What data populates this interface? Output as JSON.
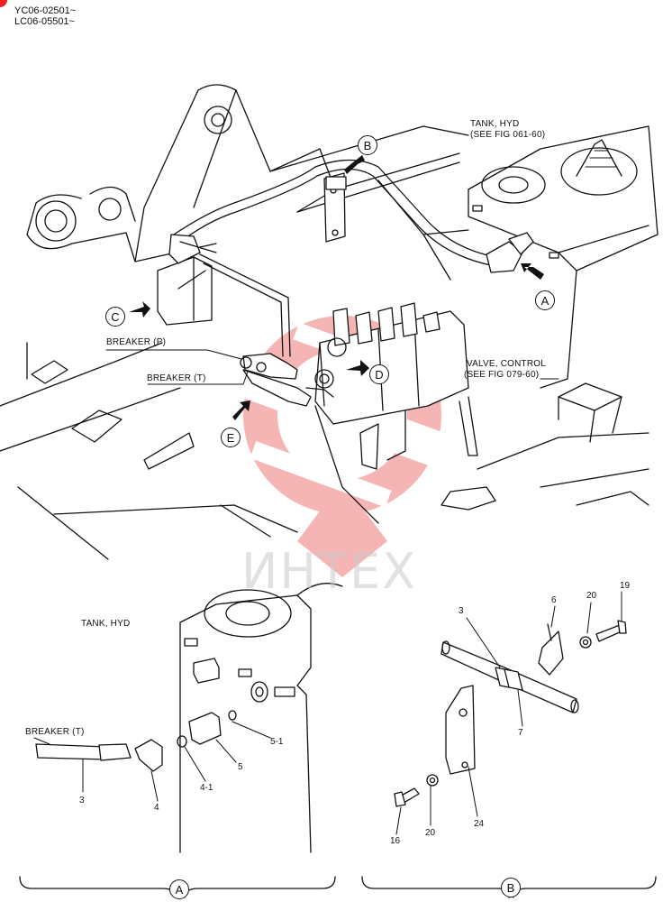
{
  "header": {
    "serial_1": "YC06-02501~",
    "serial_2": "LC06-05501~"
  },
  "main_view": {
    "tank_label": "TANK, HYD",
    "tank_ref": "(SEE FIG 061-60)",
    "valve_label": "VALVE, CONTROL",
    "valve_ref": "(SEE FIG 079-60)",
    "breaker_p": "BREAKER (P)",
    "breaker_t": "BREAKER (T)",
    "callouts": [
      "A",
      "B",
      "C",
      "D",
      "E"
    ]
  },
  "watermark": "ИНТЕХ",
  "detail_a": {
    "tank_label": "TANK, HYD",
    "breaker_t": "BREAKER (T)",
    "parts": [
      "3",
      "4",
      "4-1",
      "5",
      "5-1"
    ],
    "caption": "A"
  },
  "detail_b": {
    "parts": [
      "3",
      "6",
      "20",
      "19",
      "7",
      "24",
      "16",
      "20"
    ],
    "caption": "B"
  },
  "colors": {
    "line": "#111111",
    "watermark": "#e62e2e"
  }
}
